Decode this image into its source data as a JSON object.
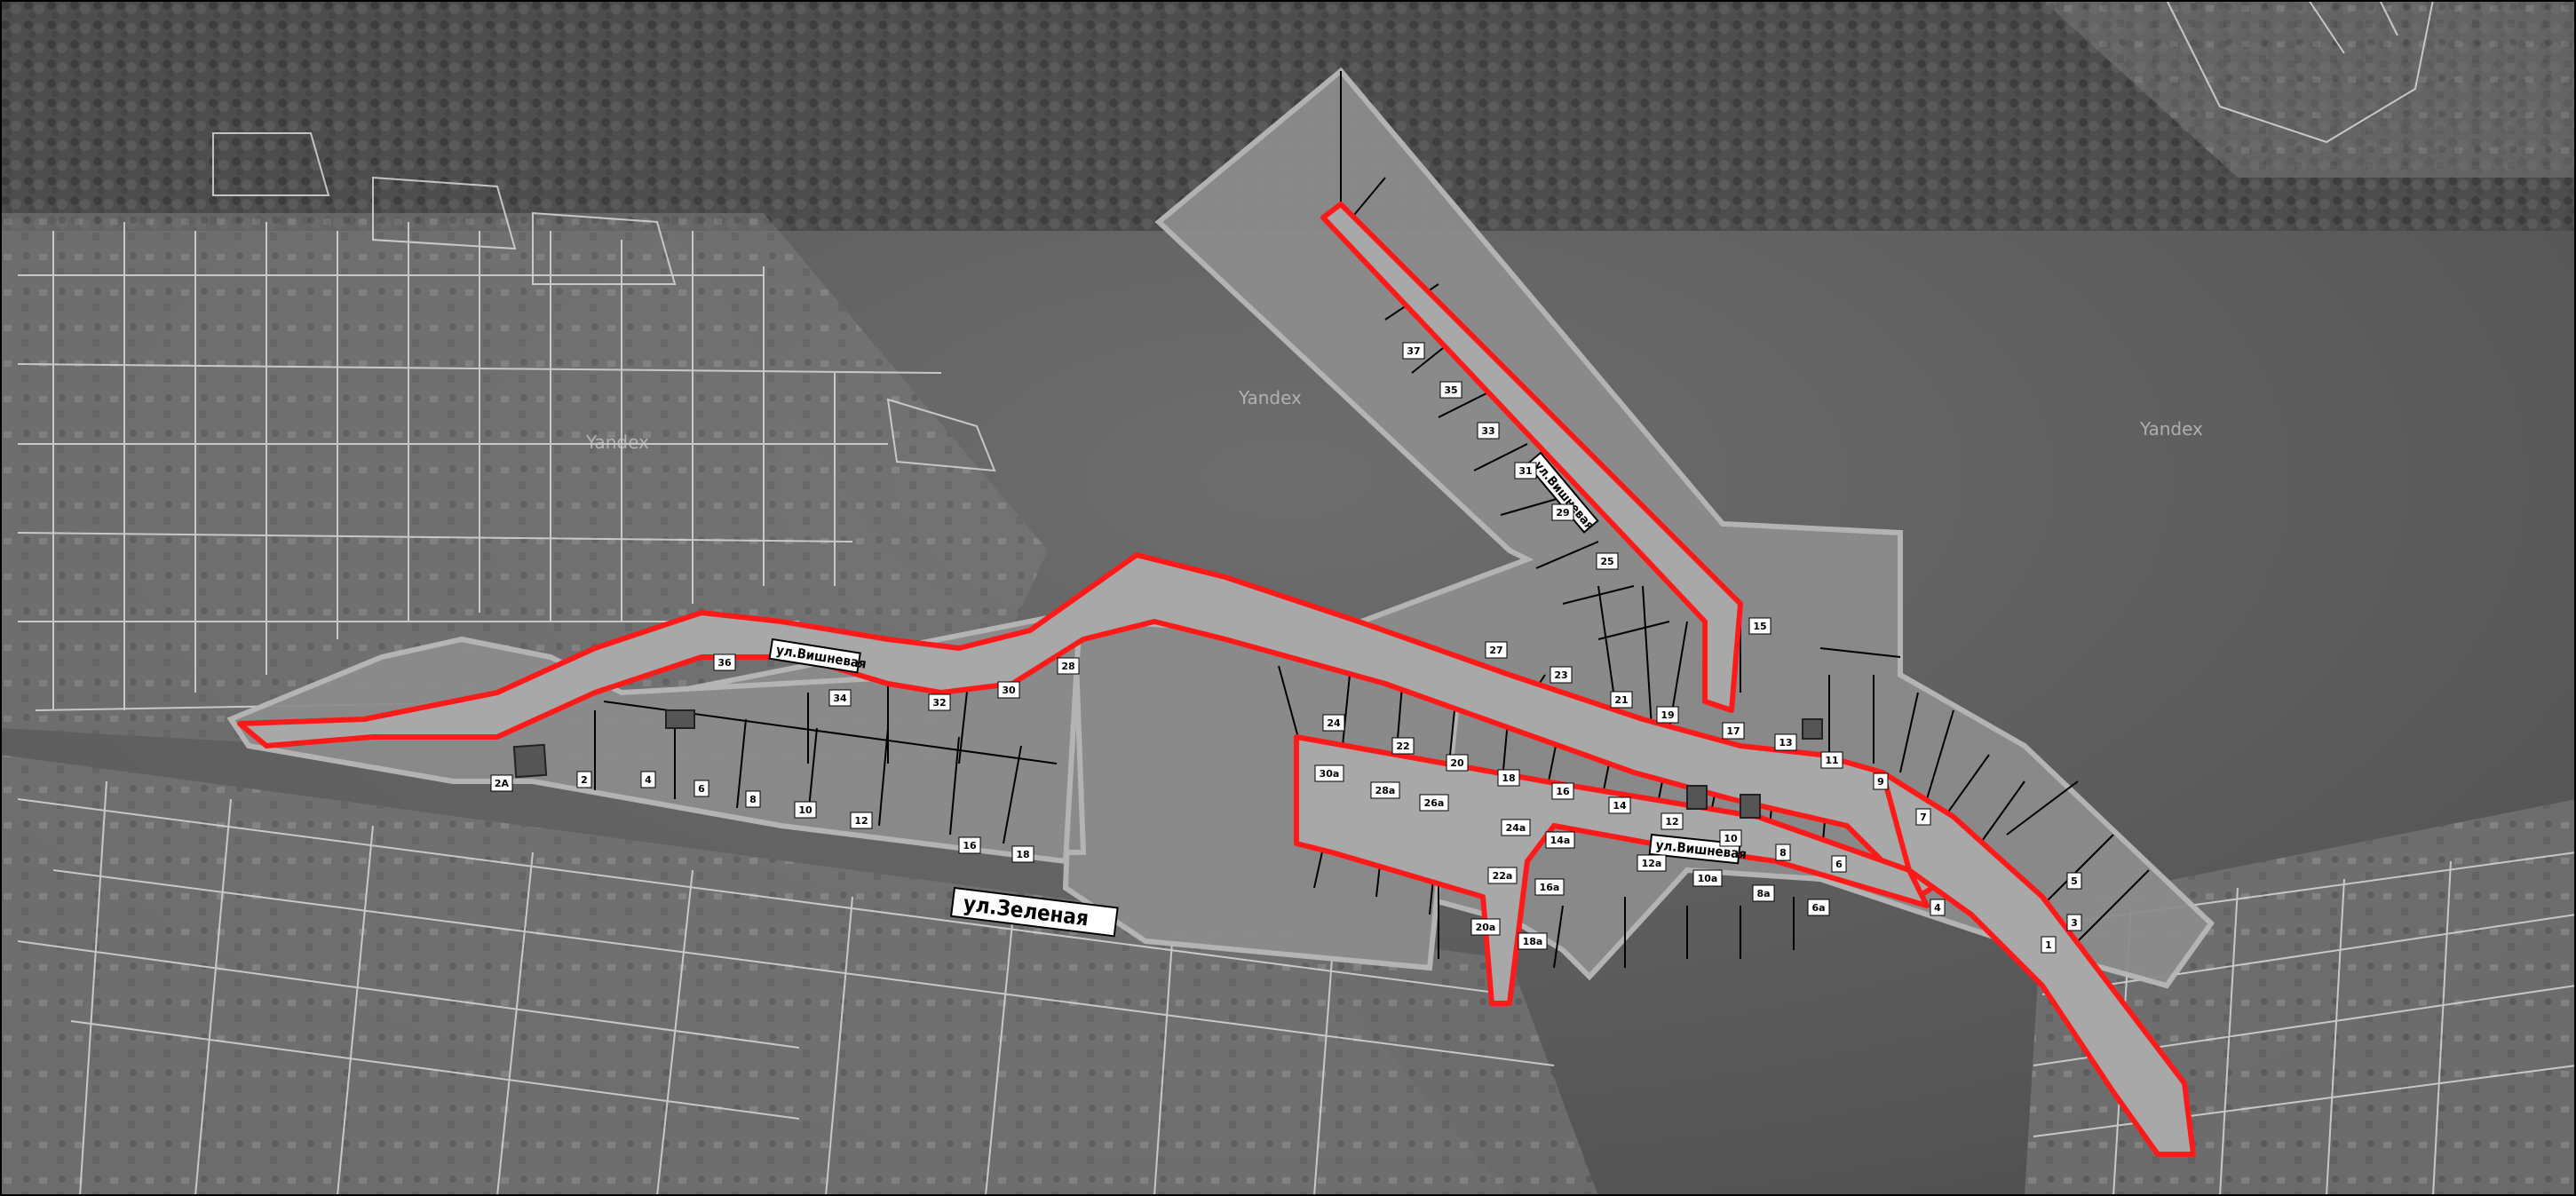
{
  "watermarks": [
    "Yandex",
    "Yandex",
    "Yandex"
  ],
  "streets": {
    "zelenaya": "ул.Зеленая",
    "vishnevaya_west": "ул.Вишневая",
    "vishnevaya_north": "ул.Вишневая",
    "vishnevaya_south": "ул.Вишневая"
  },
  "lots_west": [
    "2А",
    "2",
    "4",
    "6",
    "8",
    "10",
    "12",
    "16",
    "18",
    "36",
    "34",
    "32",
    "30",
    "28"
  ],
  "lots_north": [
    "37",
    "35",
    "33",
    "31",
    "29",
    "25",
    "27",
    "23",
    "21",
    "19",
    "15"
  ],
  "lots_center": [
    "24",
    "22",
    "20",
    "18",
    "16",
    "14",
    "12",
    "10",
    "8",
    "6",
    "17",
    "13",
    "11",
    "9",
    "7"
  ],
  "lots_south": [
    "30а",
    "28а",
    "26а",
    "24а",
    "22а",
    "20а",
    "14а",
    "16а",
    "18а",
    "12а",
    "10а",
    "8а",
    "6а",
    "4",
    "5",
    "3",
    "1"
  ],
  "colors": {
    "road_outline": "#ff1a1a",
    "lot_fill": "#8e8e8e",
    "lot_outline": "#b0b0b0",
    "plot_lines": "#000000",
    "map_border": "#000000"
  }
}
